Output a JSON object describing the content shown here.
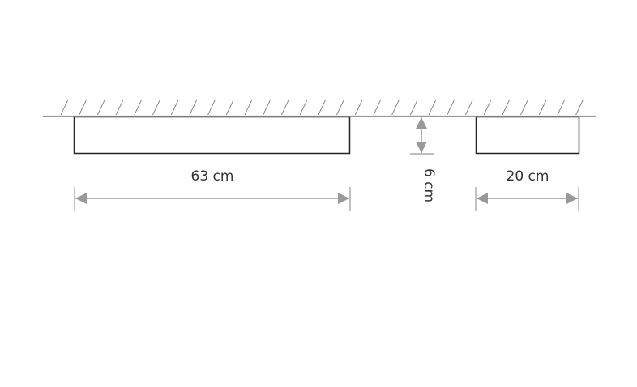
{
  "labels": {
    "length": "63 cm",
    "height": "6 cm",
    "width": "20 cm"
  },
  "colors": {
    "outline": "#222222",
    "dimension": "#999999",
    "hatch": "#888888"
  }
}
